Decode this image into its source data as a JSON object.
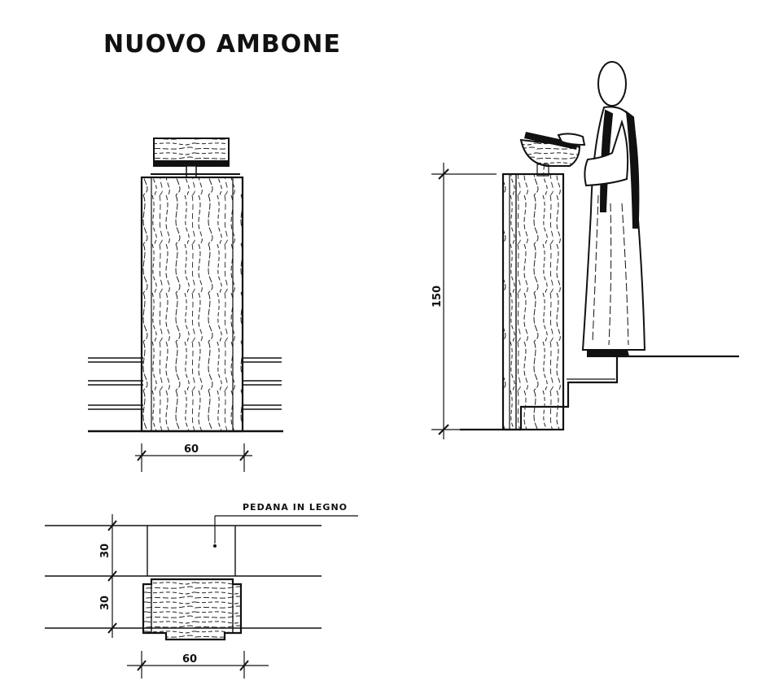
{
  "title": "NUOVO AMBONE",
  "front_view": {
    "width_label": "60"
  },
  "side_view": {
    "height_label": "150"
  },
  "plan_view": {
    "depth_label_top": "30",
    "depth_label_bottom": "30",
    "width_label": "60",
    "platform_label": "PEDANA IN LEGNO"
  }
}
